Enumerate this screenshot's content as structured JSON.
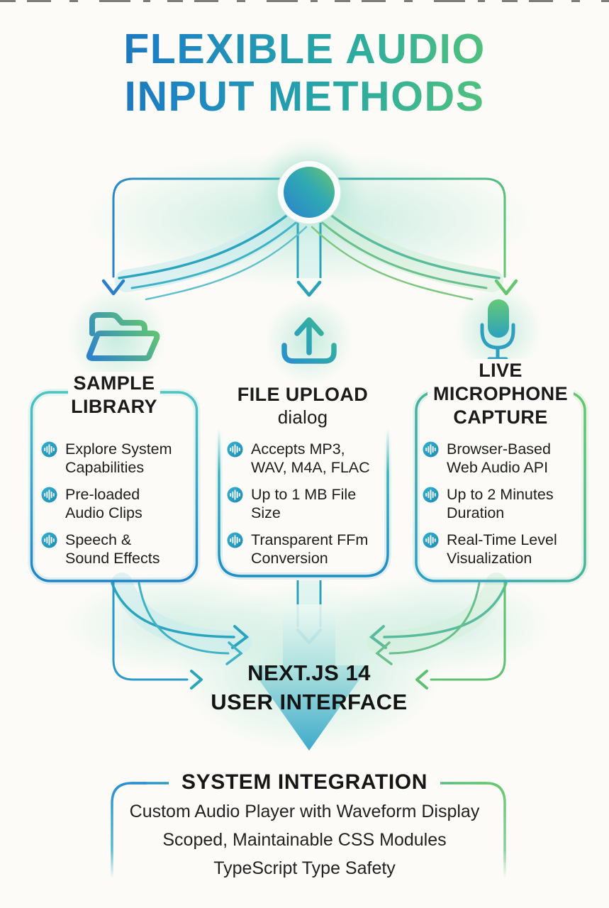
{
  "page": {
    "title_lines": [
      "FLEXIBLE AUDIO",
      "INPUT METHODS"
    ]
  },
  "hub": {
    "icon": "audio-source-hub-node"
  },
  "icons": {
    "sample_library": "folder-icon",
    "file_upload": "upload-tray-icon",
    "microphone": "microphone-icon",
    "bullet": "waveform-icon"
  },
  "columns": [
    {
      "id": "sample-library",
      "title_lines": [
        "SAMPLE",
        "LIBRARY"
      ],
      "bullets": [
        {
          "lines": [
            "Explore System",
            "Capabilities"
          ]
        },
        {
          "lines": [
            "Pre-loaded",
            "Audio Clips"
          ]
        },
        {
          "lines": [
            "Speech &",
            "Sound Effects"
          ]
        }
      ]
    },
    {
      "id": "file-upload",
      "title_lines": [
        "FILE UPLOAD"
      ],
      "subtitle": "dialog",
      "bullets": [
        {
          "lines": [
            "Accepts MP3,",
            "WAV, M4A, FLAC"
          ]
        },
        {
          "lines": [
            "Up to 1 MB File",
            "Size"
          ]
        },
        {
          "lines": [
            "Transparent FFm",
            "Conversion"
          ]
        }
      ]
    },
    {
      "id": "live-microphone-capture",
      "title_lines": [
        "LIVE",
        "MICROPHONE",
        "CAPTURE"
      ],
      "bullets": [
        {
          "lines": [
            "Browser-Based",
            "Web Audio API"
          ]
        },
        {
          "lines": [
            "Up to 2 Minutes",
            "Duration"
          ]
        },
        {
          "lines": [
            "Real-Time Level",
            "Visualization"
          ]
        }
      ]
    }
  ],
  "ui_node": {
    "lines": [
      "NEXT.JS 14",
      "USER INTERFACE"
    ]
  },
  "integration": {
    "title": "SYSTEM INTEGRATION",
    "items": [
      "Custom Audio Player with Waveform Display",
      "Scoped, Maintainable CSS Modules",
      "TypeScript Type Safety"
    ]
  },
  "colors": {
    "background": "#fcfbf7",
    "accent_blue": "#2b7fc8",
    "accent_teal": "#2aa3b8",
    "accent_green": "#63cb6c",
    "text_dark": "#1b1b1b",
    "ribbon_light": "#d7f2ee"
  }
}
